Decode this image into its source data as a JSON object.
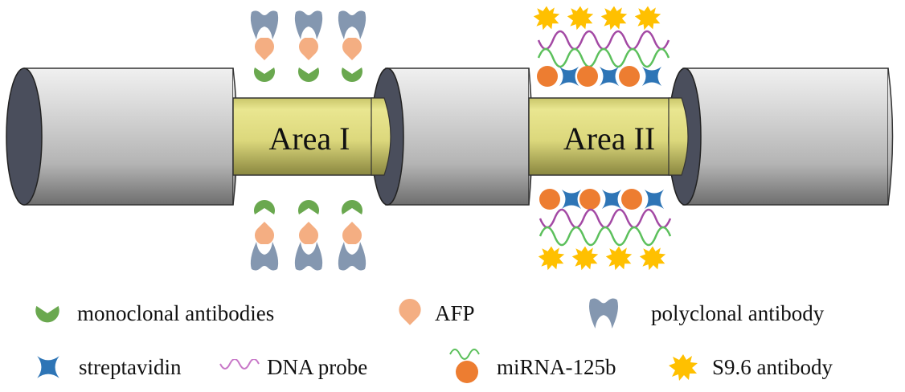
{
  "diagram": {
    "areas": [
      {
        "label": "Area I"
      },
      {
        "label": "Area II"
      }
    ]
  },
  "colors": {
    "monoclonal_antibody": "#6aa84f",
    "afp": "#f4ae82",
    "polyclonal_antibody": "#8497b0",
    "streptavidin": "#2e75b6",
    "dna_probe": "#a349a4",
    "mirna_strand": "#5cc05c",
    "mirna_bead": "#ed7d31",
    "s96_antibody": "#ffc000",
    "rod": "#e6e38a",
    "cylinder": "#d9d9d9",
    "cylinder_face": "#4a4e5c"
  },
  "legend": {
    "row1": [
      {
        "icon": "monoclonal-antibody-icon",
        "label": "monoclonal antibodies"
      },
      {
        "icon": "afp-icon",
        "label": "AFP"
      },
      {
        "icon": "polyclonal-antibody-icon",
        "label": "polyclonal antibody"
      }
    ],
    "row2": [
      {
        "icon": "streptavidin-icon",
        "label": "streptavidin"
      },
      {
        "icon": "dna-probe-icon",
        "label": "DNA probe"
      },
      {
        "icon": "mirna-icon",
        "label": "miRNA-125b"
      },
      {
        "icon": "s96-antibody-icon",
        "label": "S9.6 antibody"
      }
    ]
  }
}
